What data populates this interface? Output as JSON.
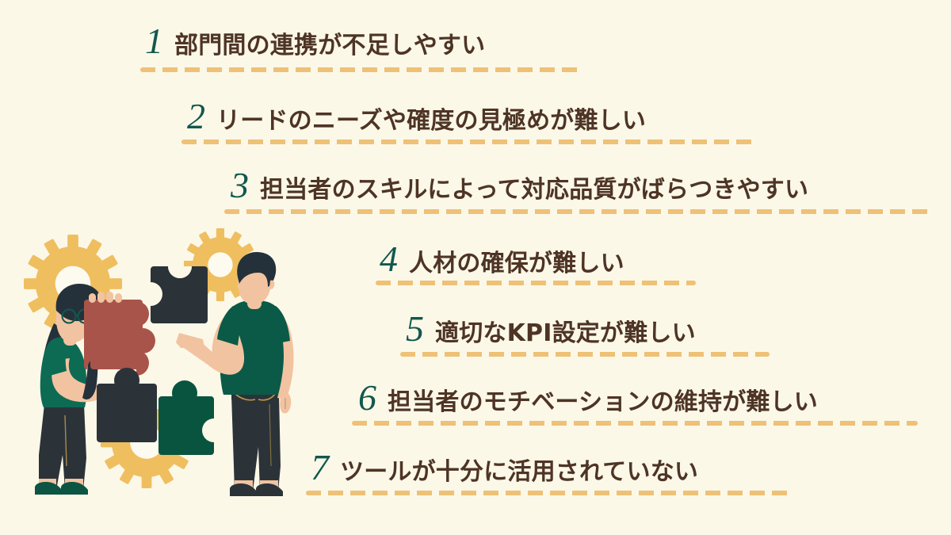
{
  "page": {
    "background_color": "#fbf8e8",
    "text_color": "#4e3425",
    "number_color": "#12584d",
    "dash_color": "#eec176"
  },
  "items": [
    {
      "number": "1",
      "text": "部門間の連携が不足しやすい"
    },
    {
      "number": "2",
      "text": "リードのニーズや確度の見極めが難しい"
    },
    {
      "number": "3",
      "text": "担当者のスキルによって対応品質がばらつきやすい"
    },
    {
      "number": "4",
      "text": "人材の確保が難しい"
    },
    {
      "number": "5",
      "text": "適切なKPI設定が難しい"
    },
    {
      "number": "6",
      "text": "担当者のモチベーションの維持が難しい"
    },
    {
      "number": "7",
      "text": "ツールが十分に活用されていない"
    }
  ],
  "illustration": {
    "name": "teamwork-puzzle-gears-illustration",
    "colors": {
      "gear": "#efbe5f",
      "gear_hole": "#fdfbef",
      "puzzle_red": "#a9544a",
      "puzzle_dark": "#2b3339",
      "puzzle_green": "#09543f",
      "shirt_green": "#0d6b54",
      "shirt_green_dark": "#0a5a47",
      "pants_dark": "#2b3339",
      "hair_dark": "#25313a",
      "skin": "#f2c3a0",
      "shoe_green": "#0c5543"
    }
  }
}
